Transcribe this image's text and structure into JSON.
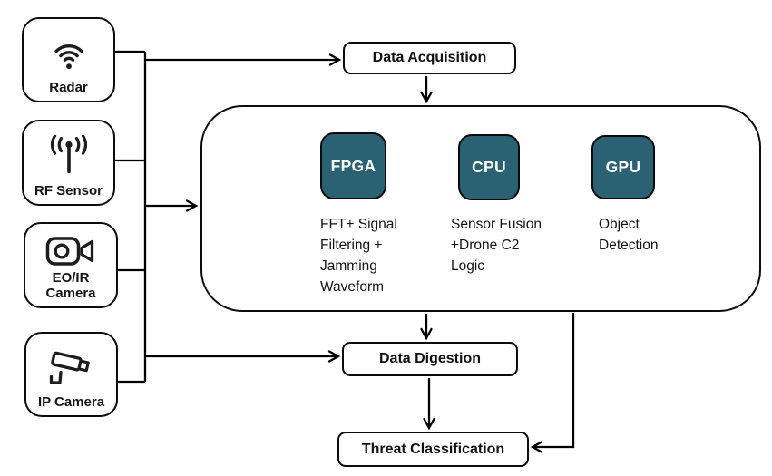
{
  "diagram": {
    "title_hint": "Sensor processing pipeline diagram",
    "sensors": [
      {
        "label": "Radar",
        "icon": "radar-icon"
      },
      {
        "label": "RF Sensor",
        "icon": "rf-sensor-icon"
      },
      {
        "label": "EO/IR Camera",
        "icon": "eoir-camera-icon"
      },
      {
        "label": "IP Camera",
        "icon": "ip-camera-icon"
      }
    ],
    "stages": {
      "acquisition": "Data Acquisition",
      "digestion": "Data Digestion",
      "classification": "Threat Classification"
    },
    "processors": [
      {
        "chip": "FPGA",
        "description": "FFT+ Signal\nFiltering +\nJamming\nWaveform"
      },
      {
        "chip": "CPU",
        "description": "Sensor Fusion\n+Drone C2\nLogic"
      },
      {
        "chip": "GPU",
        "description": "Object\nDetection"
      }
    ],
    "colors": {
      "background": "#FFFFFF",
      "line": "#000000",
      "chip_fill": "#2A6173",
      "chip_text": "#FFFFFF"
    }
  }
}
